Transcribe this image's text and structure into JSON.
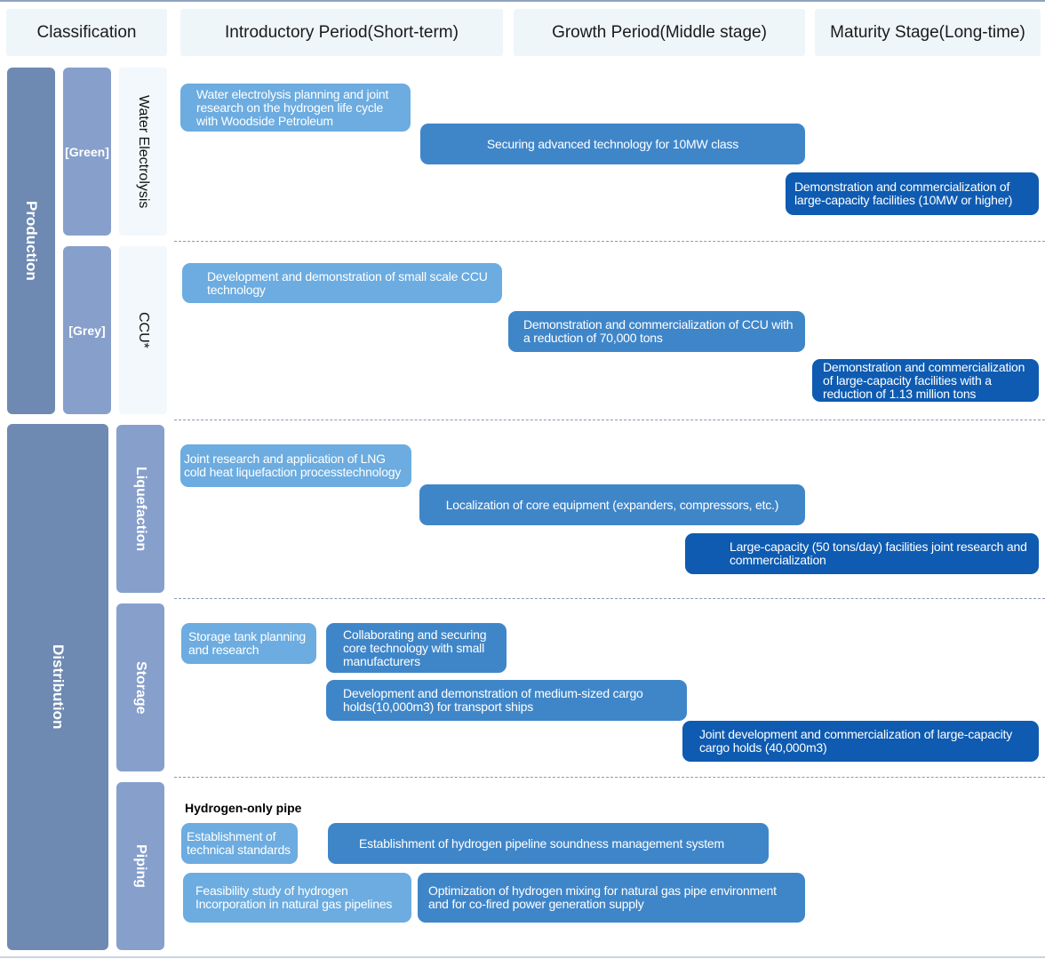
{
  "headers": {
    "classification": "Classification",
    "introductory": "Introductory Period(Short-term)",
    "growth": "Growth Period(Middle stage)",
    "maturity": "Maturity Stage(Long-time)"
  },
  "categories": {
    "production": "Production",
    "distribution": "Distribution"
  },
  "subcategories": {
    "green": "[Green]",
    "grey": "[Grey]"
  },
  "technologies": {
    "water_electrolysis": "Water Electrolysis",
    "ccu": "CCU*",
    "liquefaction": "Liquefaction",
    "storage": "Storage",
    "piping": "Piping"
  },
  "bars": {
    "we1": "Water electrolysis planning and joint research on the hydrogen life cycle with Woodside Petroleum",
    "we2": "Securing advanced technology for 10MW class",
    "we3": "Demonstration and commercialization of large-capacity facilities (10MW or higher)",
    "ccu1": "Development and demonstration of small scale CCU technology",
    "ccu2": "Demonstration and commercialization of CCU with a reduction of 70,000 tons",
    "ccu3": "Demonstration and commercialization of large-capacity facilities with a reduction of 1.13 million tons",
    "liq1": "Joint research and application of LNG cold heat liquefaction processtechnology",
    "liq2": "Localization of core equipment (expanders, compressors, etc.)",
    "liq3": "Large-capacity (50 tons/day) facilities joint research and commercialization",
    "st1": "Storage tank planning and research",
    "st2": "Collaborating and securing core technology with small manufacturers",
    "st3": "Development and demonstration of medium-sized cargo holds(10,000m3) for transport ships",
    "st4": "Joint development and commercialization of large-capacity cargo holds (40,000m3)",
    "pipe_note": "Hydrogen-only pipe",
    "pp1": "Establishment of technical standards",
    "pp2": "Establishment of hydrogen pipeline soundness management system",
    "pp3": "Feasibility study of hydrogen Incorporation in natural gas pipelines",
    "pp4": "Optimization of hydrogen mixing for natural gas pipe environment and for co-fired power generation supply"
  },
  "colors": {
    "short_term": "#6cace0",
    "middle": "#3f86c9",
    "long_term": "#0e5bb1",
    "category": "#6e8ab2",
    "subcategory": "#879fcb"
  }
}
